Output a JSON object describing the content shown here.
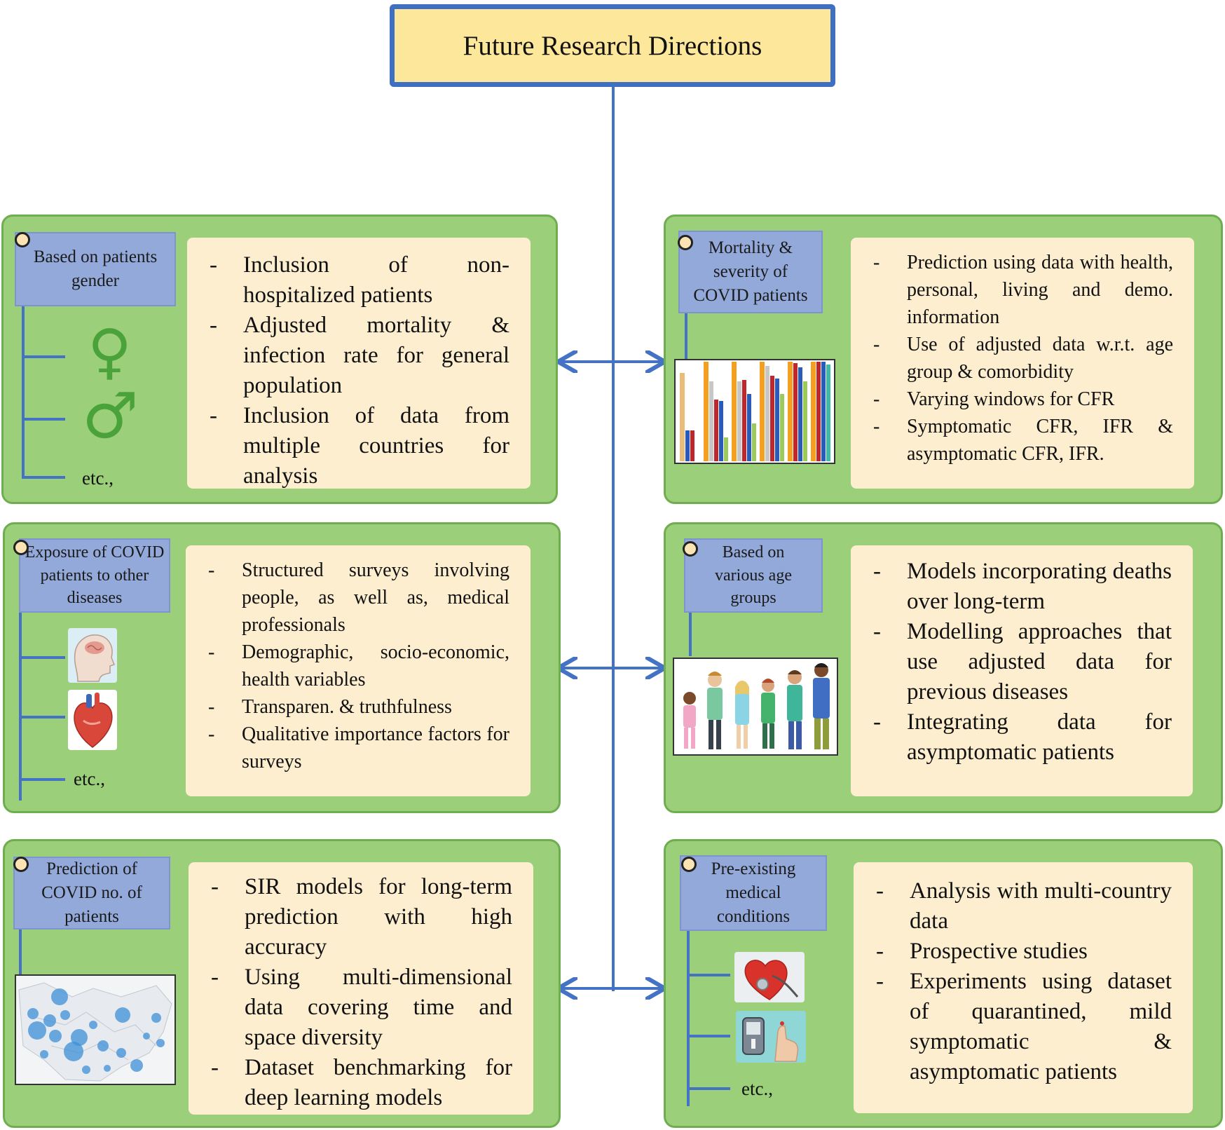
{
  "title": "Future Research Directions",
  "panels": {
    "gender": {
      "label": "Based on patients gender",
      "etc": "etc.,",
      "icons": [
        "female-symbol-icon",
        "male-symbol-icon"
      ],
      "items": [
        "Inclusion of non-hospitalized patients",
        "Adjusted mortality & infection rate for general population",
        "Inclusion of data from multiple countries for analysis"
      ]
    },
    "mortality": {
      "label": "Mortality & severity of COVID patients",
      "icon": "bar-chart-illustration",
      "items": [
        "Prediction using data with health, personal, living and demo. information",
        "Use of adjusted data w.r.t. age group & comorbidity",
        "Varying windows for CFR",
        "Symptomatic CFR, IFR & asymptomatic CFR, IFR."
      ]
    },
    "exposure": {
      "label": "Exposure of COVID patients to other diseases",
      "etc": "etc.,",
      "icons": [
        "brain-head-icon",
        "heart-organ-icon"
      ],
      "items": [
        "Structured surveys involving people, as well as, medical professionals",
        "Demographic, socio-economic, health variables",
        "Transparen. & truthfulness",
        "Qualitative importance factors for surveys"
      ]
    },
    "age": {
      "label": "Based on various age groups",
      "icon": "people-age-groups-illustration",
      "items": [
        "Models incorporating deaths over long-term",
        "Modelling approaches that use adjusted data for previous diseases",
        "Integrating data for asymptomatic patients"
      ]
    },
    "prediction": {
      "label": "Prediction of COVID no. of patients",
      "icon": "world-map-bubbles-illustration",
      "items": [
        "SIR models for long-term prediction with high accuracy",
        "Using multi-dimensional data covering time and space diversity",
        "Dataset benchmarking for deep learning models"
      ]
    },
    "preexisting": {
      "label": "Pre-existing medical conditions",
      "etc": "etc.,",
      "icons": [
        "heart-stethoscope-icon",
        "glucose-meter-icon"
      ],
      "items": [
        "Analysis with multi-country data",
        "Prospective studies",
        "Experiments using dataset of quarantined, mild symptomatic & asymptomatic patients"
      ]
    }
  },
  "colors": {
    "connector": "#4472c4",
    "panel_fill": "#9ccf7a",
    "label_fill": "#93a9da",
    "text_box_fill": "#fdeed0",
    "title_fill": "#fde79a"
  }
}
